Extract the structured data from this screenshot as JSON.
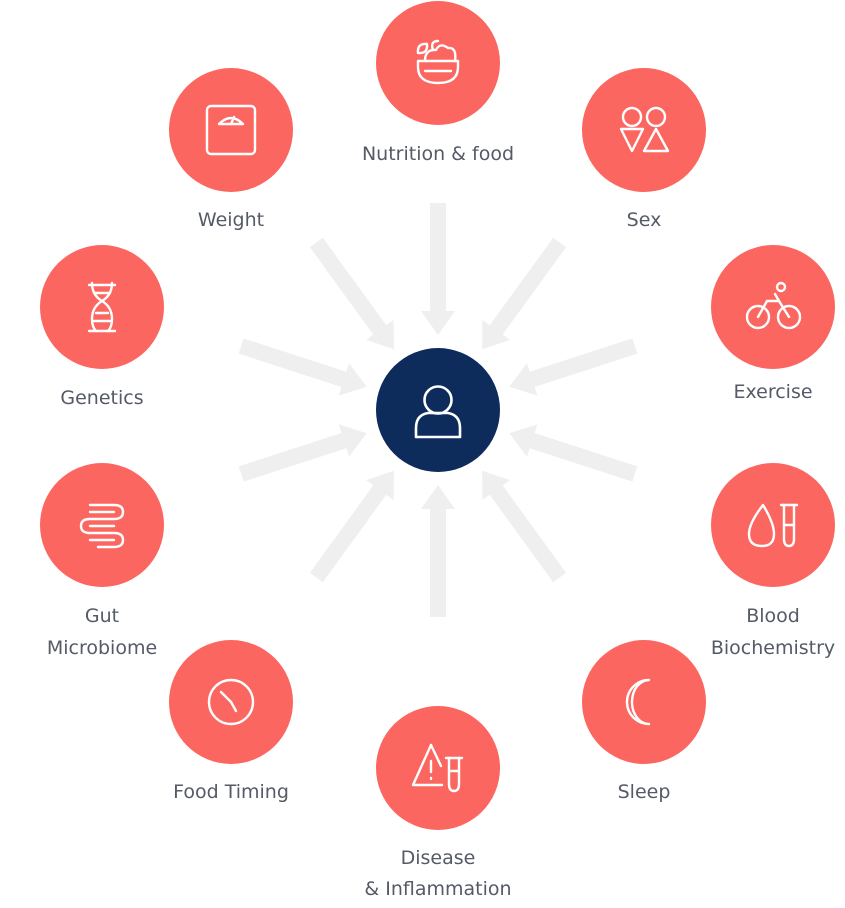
{
  "colors": {
    "node_fill": "#fb6760",
    "center_fill": "#0d2b5b",
    "arrow_fill": "#efefef",
    "icon_stroke": "#ffffff",
    "label_color": "#555a66"
  },
  "center": {
    "icon": "person-icon"
  },
  "factors": [
    {
      "id": "nutrition-food",
      "icon": "salad-bowl-icon",
      "label_lines": [
        "Nutrition & food"
      ]
    },
    {
      "id": "sex",
      "icon": "sex-symbols-icon",
      "label_lines": [
        "Sex"
      ]
    },
    {
      "id": "exercise",
      "icon": "cyclist-icon",
      "label_lines": [
        "Exercise"
      ]
    },
    {
      "id": "blood-biochemistry",
      "icon": "blood-test-icon",
      "label_lines": [
        "Blood",
        "Biochemistry"
      ]
    },
    {
      "id": "sleep",
      "icon": "moon-icon",
      "label_lines": [
        "Sleep"
      ]
    },
    {
      "id": "disease-inflammation",
      "icon": "warning-test-tube-icon",
      "label_lines": [
        "Disease",
        "& Inflammation"
      ]
    },
    {
      "id": "food-timing",
      "icon": "clock-icon",
      "label_lines": [
        "Food Timing"
      ]
    },
    {
      "id": "gut-microbiome",
      "icon": "intestine-icon",
      "label_lines": [
        "Gut",
        "Microbiome"
      ]
    },
    {
      "id": "genetics",
      "icon": "dna-icon",
      "label_lines": [
        "Genetics"
      ]
    },
    {
      "id": "weight",
      "icon": "scale-icon",
      "label_lines": [
        "Weight"
      ]
    }
  ]
}
